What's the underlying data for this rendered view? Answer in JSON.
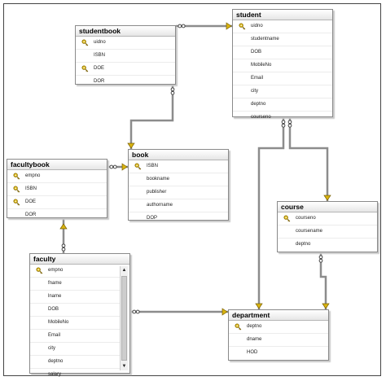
{
  "tables": {
    "studentbook": {
      "title": "studentbook",
      "columns": [
        "uidno",
        "ISBN",
        "DOE",
        "DOR"
      ],
      "keys": [
        true,
        false,
        true,
        false
      ]
    },
    "student": {
      "title": "student",
      "columns": [
        "uidno",
        "studentname",
        "DOB",
        "MobileNo",
        "Email",
        "city",
        "deptno",
        "courseno"
      ],
      "keys": [
        true,
        false,
        false,
        false,
        false,
        false,
        false,
        false
      ]
    },
    "facultybook": {
      "title": "facultybook",
      "columns": [
        "empno",
        "ISBN",
        "DOE",
        "DOR"
      ],
      "keys": [
        true,
        true,
        true,
        false
      ]
    },
    "book": {
      "title": "book",
      "columns": [
        "ISBN",
        "bookname",
        "publisher",
        "authorname",
        "DOP"
      ],
      "keys": [
        true,
        false,
        false,
        false,
        false
      ]
    },
    "course": {
      "title": "course",
      "columns": [
        "courseno",
        "coursename",
        "deptno"
      ],
      "keys": [
        true,
        false,
        false
      ]
    },
    "faculty": {
      "title": "faculty",
      "columns": [
        "empno",
        "fname",
        "lname",
        "DOB",
        "MobileNo",
        "Email",
        "city",
        "deptno",
        "salary"
      ],
      "keys": [
        true,
        false,
        false,
        false,
        false,
        false,
        false,
        false,
        false
      ]
    },
    "department": {
      "title": "department",
      "columns": [
        "deptno",
        "dname",
        "HOD"
      ],
      "keys": [
        true,
        false,
        false
      ]
    }
  },
  "icons": {
    "key": "key-icon",
    "scroll_up": "▲",
    "scroll_down": "▼"
  },
  "colors": {
    "connector": "#8c8c8c",
    "key_gold": "#d9b410",
    "table_border": "#8a8a8a"
  }
}
